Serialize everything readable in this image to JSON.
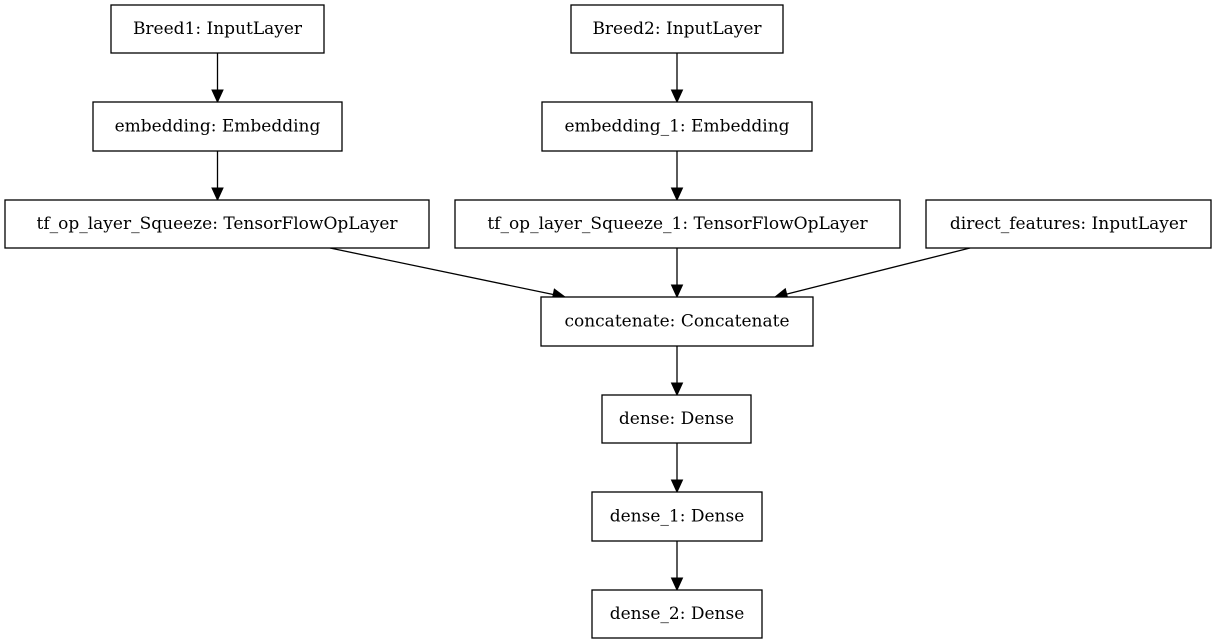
{
  "nodes": [
    {
      "id": "breed1",
      "label": "Breed1: InputLayer"
    },
    {
      "id": "breed2",
      "label": "Breed2: InputLayer"
    },
    {
      "id": "embedding",
      "label": "embedding: Embedding"
    },
    {
      "id": "embedding_1",
      "label": "embedding_1: Embedding"
    },
    {
      "id": "squeeze",
      "label": "tf_op_layer_Squeeze: TensorFlowOpLayer"
    },
    {
      "id": "squeeze_1",
      "label": "tf_op_layer_Squeeze_1: TensorFlowOpLayer"
    },
    {
      "id": "direct_features",
      "label": "direct_features: InputLayer"
    },
    {
      "id": "concatenate",
      "label": "concatenate: Concatenate"
    },
    {
      "id": "dense",
      "label": "dense: Dense"
    },
    {
      "id": "dense_1",
      "label": "dense_1: Dense"
    },
    {
      "id": "dense_2",
      "label": "dense_2: Dense"
    }
  ],
  "edges": [
    {
      "from": "breed1",
      "to": "embedding"
    },
    {
      "from": "breed2",
      "to": "embedding_1"
    },
    {
      "from": "embedding",
      "to": "squeeze"
    },
    {
      "from": "embedding_1",
      "to": "squeeze_1"
    },
    {
      "from": "squeeze",
      "to": "concatenate"
    },
    {
      "from": "squeeze_1",
      "to": "concatenate"
    },
    {
      "from": "direct_features",
      "to": "concatenate"
    },
    {
      "from": "concatenate",
      "to": "dense"
    },
    {
      "from": "dense",
      "to": "dense_1"
    },
    {
      "from": "dense_1",
      "to": "dense_2"
    }
  ]
}
